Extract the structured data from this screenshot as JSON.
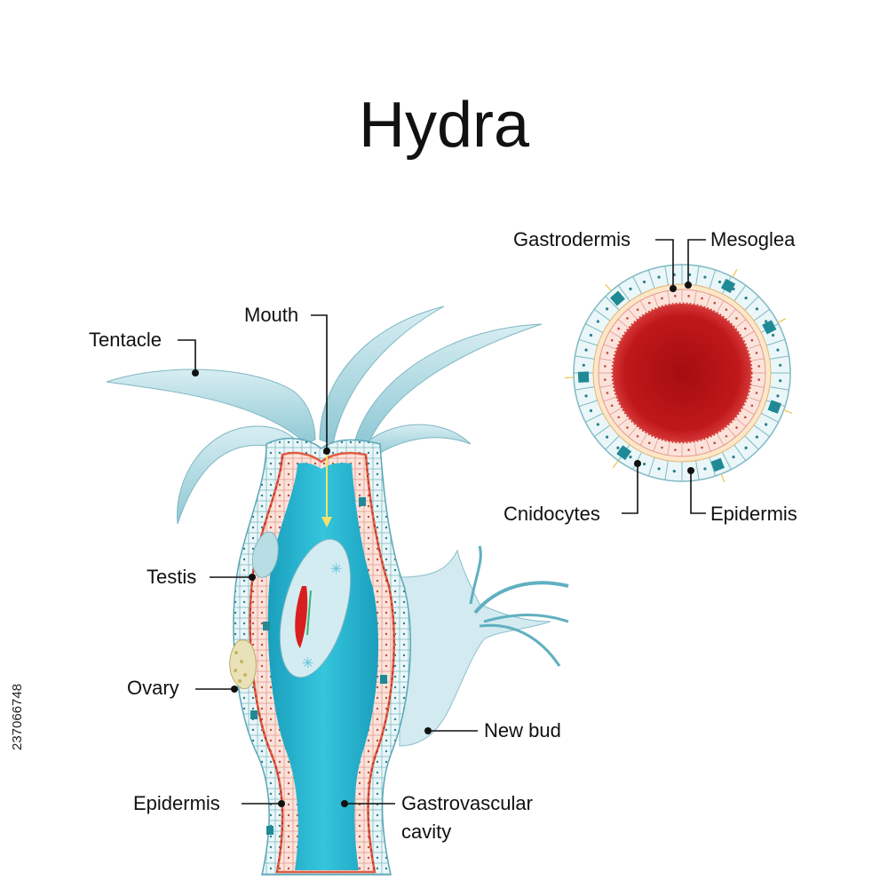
{
  "title": "Hydra",
  "stock_id": "237066748",
  "labels": {
    "tentacle": "Tentacle",
    "mouth": "Mouth",
    "testis": "Testis",
    "ovary": "Ovary",
    "epidermis_left": "Epidermis",
    "new_bud": "New bud",
    "gastrovascular_line1": "Gastrovascular",
    "gastrovascular_line2": "cavity",
    "gastrodermis": "Gastrodermis",
    "mesoglea": "Mesoglea",
    "cnidocytes": "Cnidocytes",
    "epidermis_right": "Epidermis"
  },
  "colors": {
    "cavity": "#29b3cf",
    "tentacle": "#a9d6df",
    "epidermis_cell": "#e9f6f8",
    "gastrodermis_cell": "#fbe0d9",
    "mesoglea": "#e8563f",
    "cnidocyte": "#1f8a96",
    "cross_section_core": "#a80f12",
    "bud": "#cfe8ee"
  }
}
